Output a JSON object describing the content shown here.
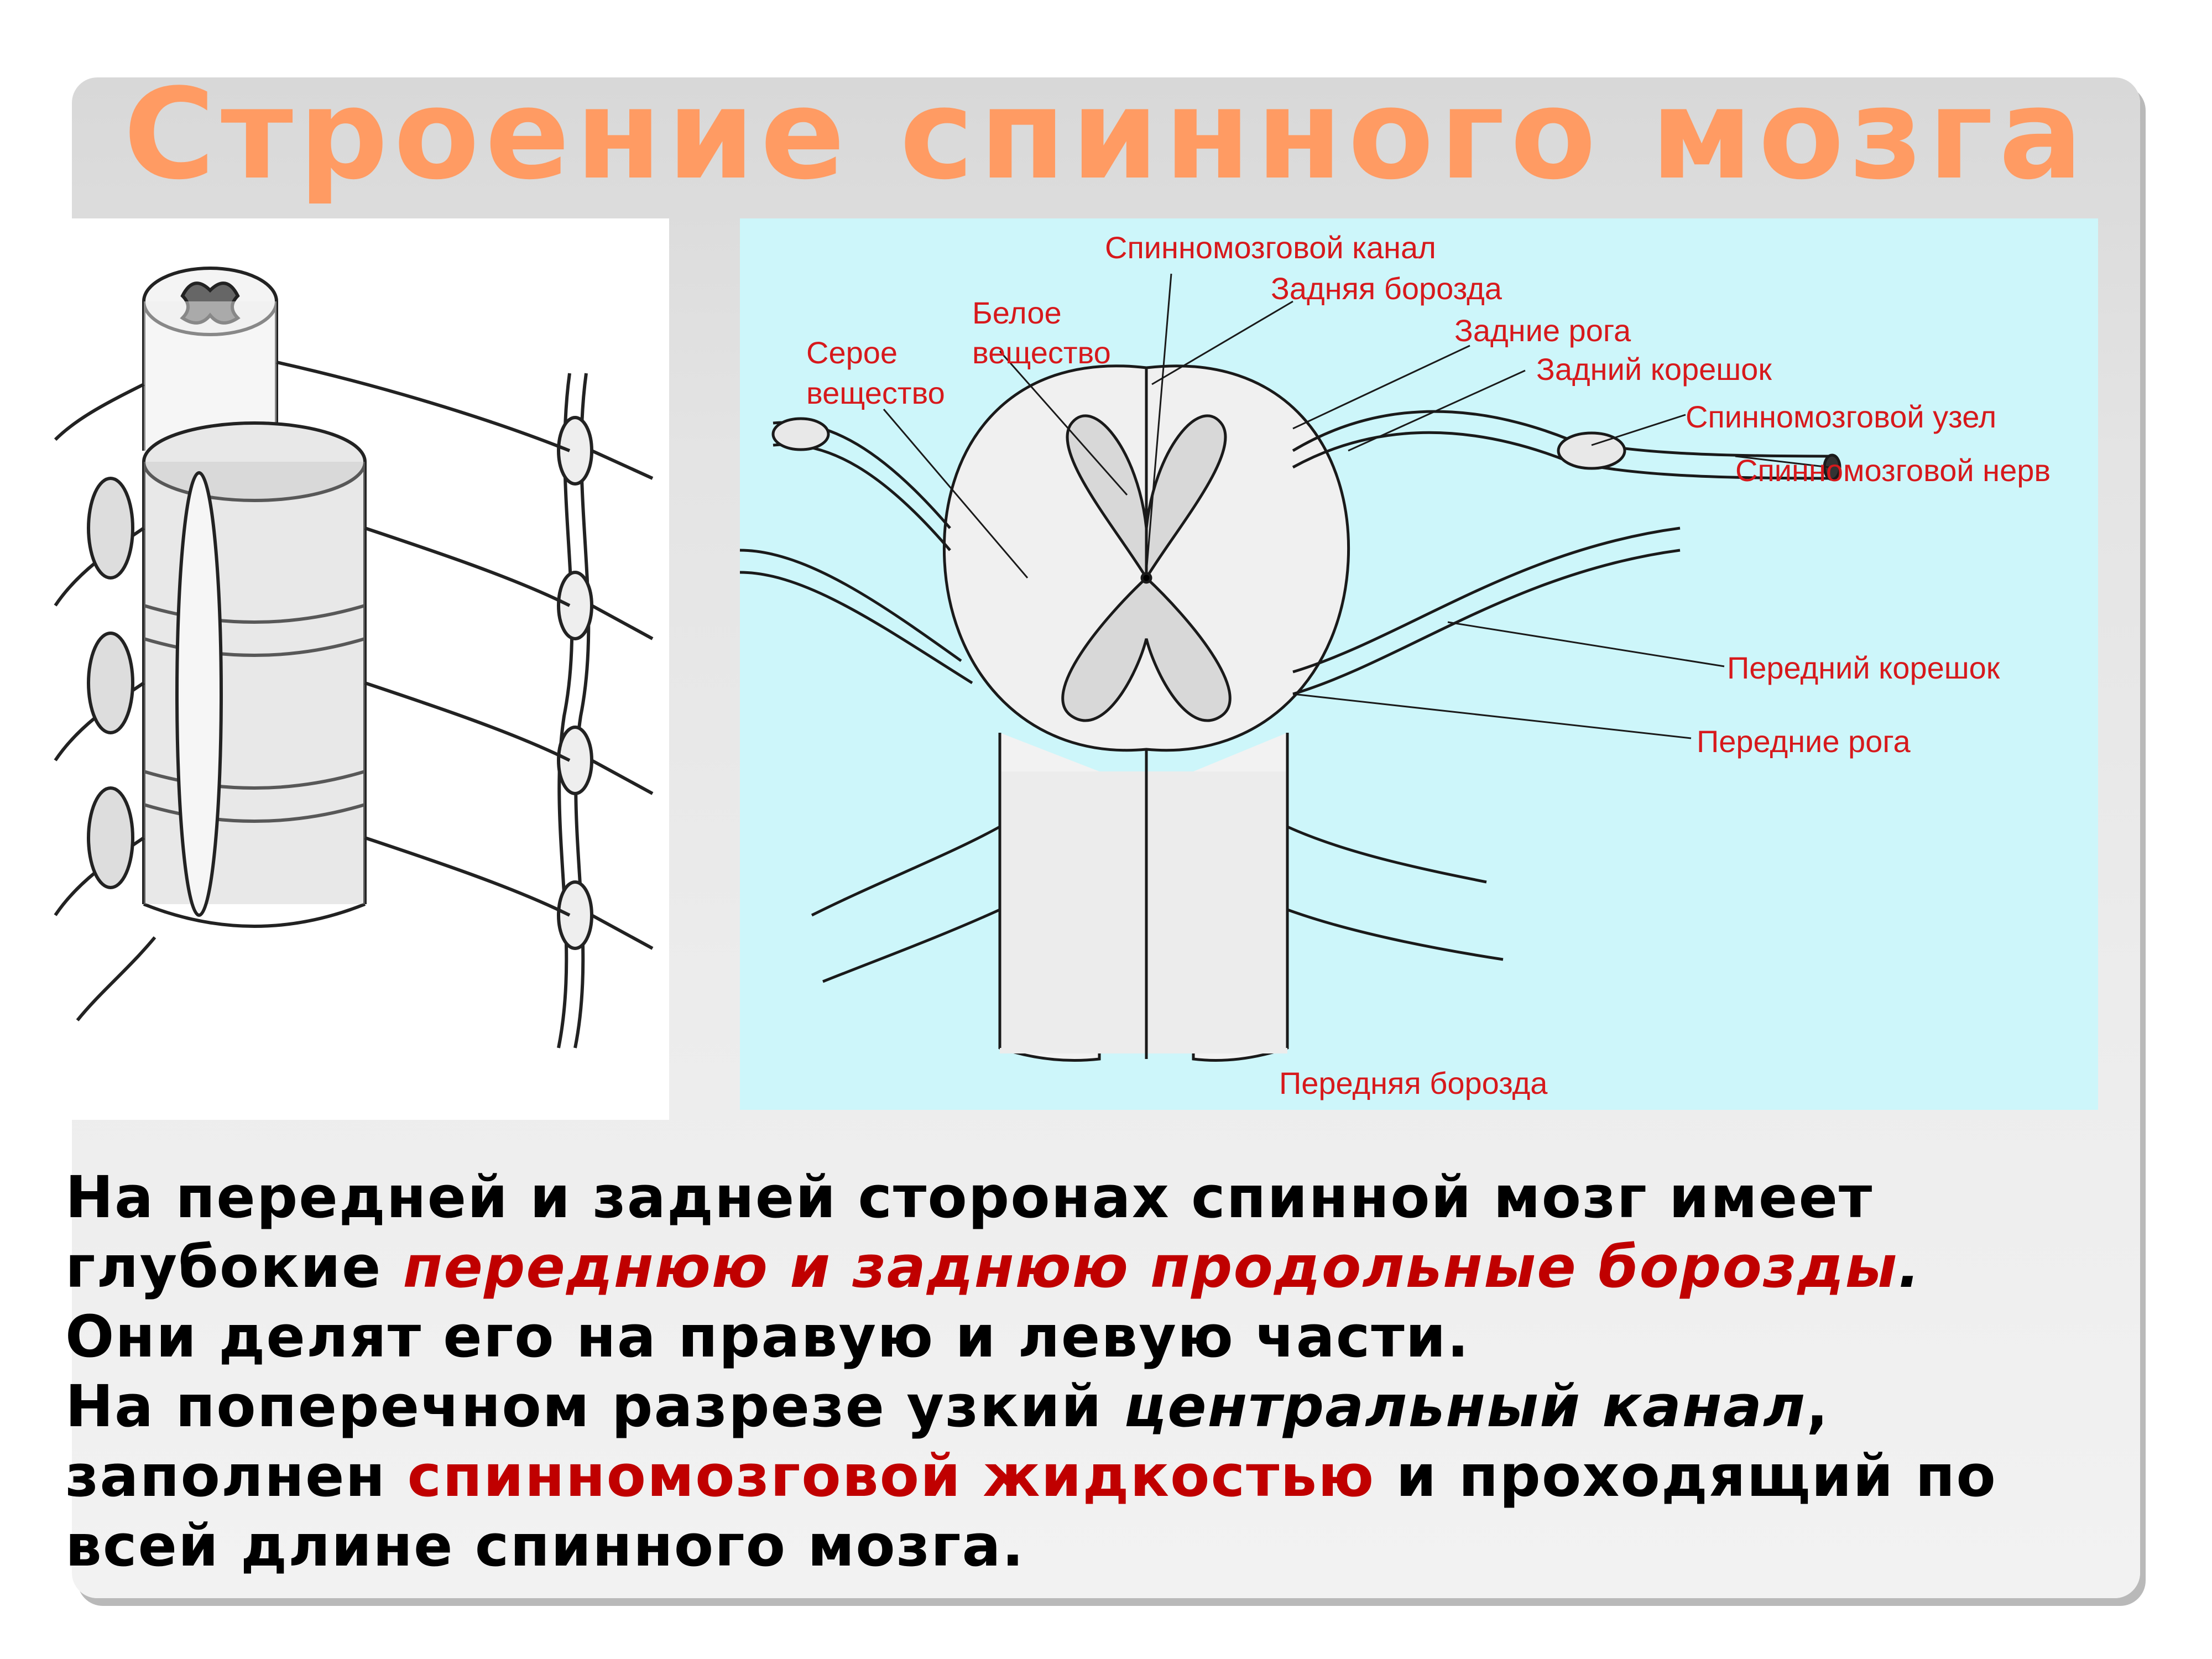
{
  "slide": {
    "title": "Строение спинного мозга",
    "accent_color": "#ff9b63",
    "highlight_color": "#c00000"
  },
  "diagram": {
    "labels": {
      "spinal_canal": "Спинномозговой канал",
      "posterior_sulcus": "Задняя борозда",
      "white_matter_1": "Белое",
      "white_matter_2": "вещество",
      "gray_matter_1": "Серое",
      "gray_matter_2": "вещество",
      "posterior_horns": "Задние рога",
      "posterior_root": "Задний корешок",
      "spinal_ganglion": "Спинномозговой узел",
      "spinal_nerve": "Спинномозговой нерв",
      "anterior_root": "Передний корешок",
      "anterior_horns": "Передние рога",
      "anterior_fissure": "Передняя борозда"
    },
    "label_color": "#d7191c",
    "background_color": "#cdf6fa"
  },
  "body": {
    "l1": "На передней и задней сторонах спинной мозг имеет",
    "l2a": "глубокие ",
    "l2b": "переднюю и заднюю продольные борозды",
    "l2c": ".",
    "l3": "Они делят его на правую и левую части.",
    "l4a": "На поперечном разрезе узкий ",
    "l4b": "центральный канал",
    "l4c": ",",
    "l5a": "заполнен ",
    "l5b": "спинномозговой жидкостью",
    "l5c": " и проходящий по",
    "l6": "всей длине спинного мозга."
  }
}
